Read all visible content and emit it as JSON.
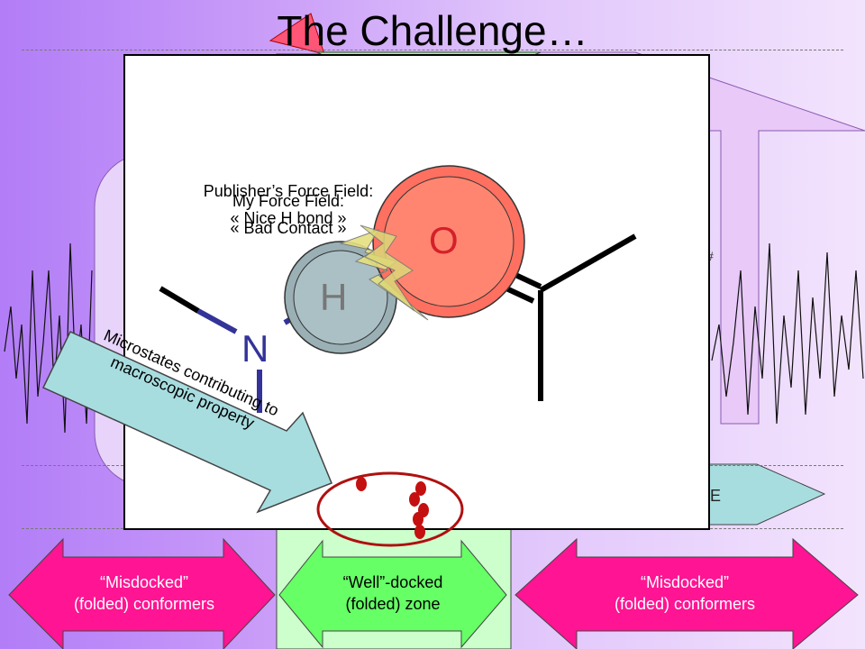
{
  "title": "The Challenge…",
  "force_fields": {
    "publisher_label": "Publisher’s Force Field:",
    "publisher_value": "« Nice H bond »",
    "mine_label": "My Force Field:",
    "mine_value": "« Bad Contact »"
  },
  "atoms": {
    "hydrogen": "H",
    "oxygen": "O",
    "nitrogen": "N"
  },
  "callout": {
    "line1": "Microstates contributing to",
    "line2": "macroscopic property"
  },
  "zones": {
    "left": {
      "line1": "“Misdocked”",
      "line2": "(folded) conformers"
    },
    "center": {
      "line1": "“Well”-docked",
      "line2": "(folded) zone"
    },
    "right": {
      "line1": "“Misdocked”",
      "line2": "(folded) conformers"
    }
  },
  "partial_glyphs": {
    "hash": "#",
    "energy": "E"
  },
  "colors": {
    "accent_pink": "#ff1493",
    "accent_green": "#66ff66",
    "callout_blue": "#a8dde0",
    "oxygen_red": "#ff7060",
    "hydrogen_grey": "#9ab0b5",
    "bond_blue": "#333399",
    "ellipse_red": "#b01010"
  }
}
